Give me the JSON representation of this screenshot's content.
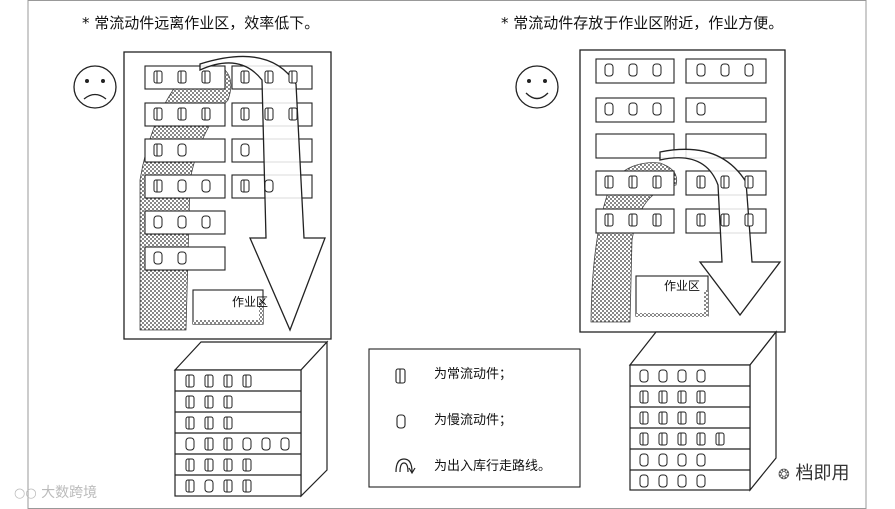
{
  "left_panel": {
    "caption": "* 常流动件远离作业区，效率低下。",
    "face": "sad-face",
    "work_area_label": "作业区"
  },
  "right_panel": {
    "caption": "* 常流动件存放于作业区附近，作业方便。",
    "face": "happy-face",
    "work_area_label": "作业区"
  },
  "legend": {
    "items": [
      {
        "icon": "frequent-part-icon",
        "label": "为常流动件；"
      },
      {
        "icon": "slow-part-icon",
        "label": "为慢流动件；"
      },
      {
        "icon": "route-arrow-icon",
        "label": "为出入库行走路线。"
      }
    ]
  },
  "watermarks": {
    "left": "大数跨境",
    "right": "档即用"
  },
  "colors": {
    "line": "#222222",
    "frame": "#888888",
    "stipple": "#555555"
  }
}
